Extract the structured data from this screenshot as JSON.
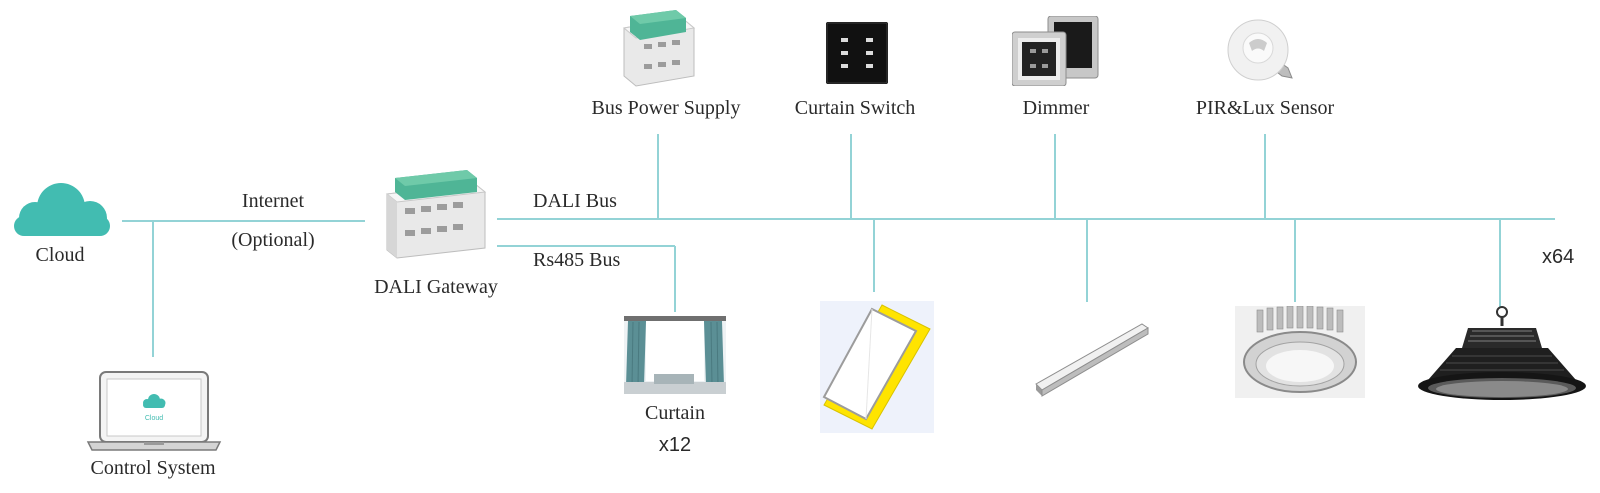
{
  "colors": {
    "line": "#93d3d6",
    "cloud": "#42bcb1",
    "device_green": "#4fb596",
    "text": "#2a2a2a",
    "sheer": "#eef2f4",
    "drape": "#5b8f95",
    "panel_yellow": "#ffe400"
  },
  "nodes": {
    "cloud": {
      "label": "Cloud",
      "icon": "cloud-icon"
    },
    "control_system": {
      "label": "Control System",
      "icon": "laptop-icon",
      "screen_label": "Cloud"
    },
    "gateway": {
      "label": "DALI Gateway",
      "icon": "din-rail-gateway-icon"
    },
    "bus_power_supply": {
      "label": "Bus Power Supply",
      "icon": "din-rail-power-supply-icon"
    },
    "curtain_switch": {
      "label": "Curtain Switch",
      "icon": "keypad-switch-icon"
    },
    "dimmer": {
      "label": "Dimmer",
      "icon": "dimmer-panel-icon"
    },
    "pir_lux_sensor": {
      "label": "PIR&Lux Sensor",
      "icon": "ceiling-sensor-icon"
    },
    "curtain": {
      "label": "Curtain",
      "count": "x12",
      "icon": "curtain-photo-icon"
    }
  },
  "links": {
    "internet": {
      "label": "Internet",
      "sublabel": "(Optional)"
    },
    "dali_bus": {
      "label": "DALI Bus",
      "max_devices": "x64"
    },
    "rs485_bus": {
      "label": "Rs485 Bus"
    }
  },
  "luminaires": [
    {
      "icon": "led-panel-light-icon"
    },
    {
      "icon": "linear-light-icon"
    },
    {
      "icon": "downlight-icon"
    },
    {
      "icon": "highbay-light-icon"
    }
  ]
}
